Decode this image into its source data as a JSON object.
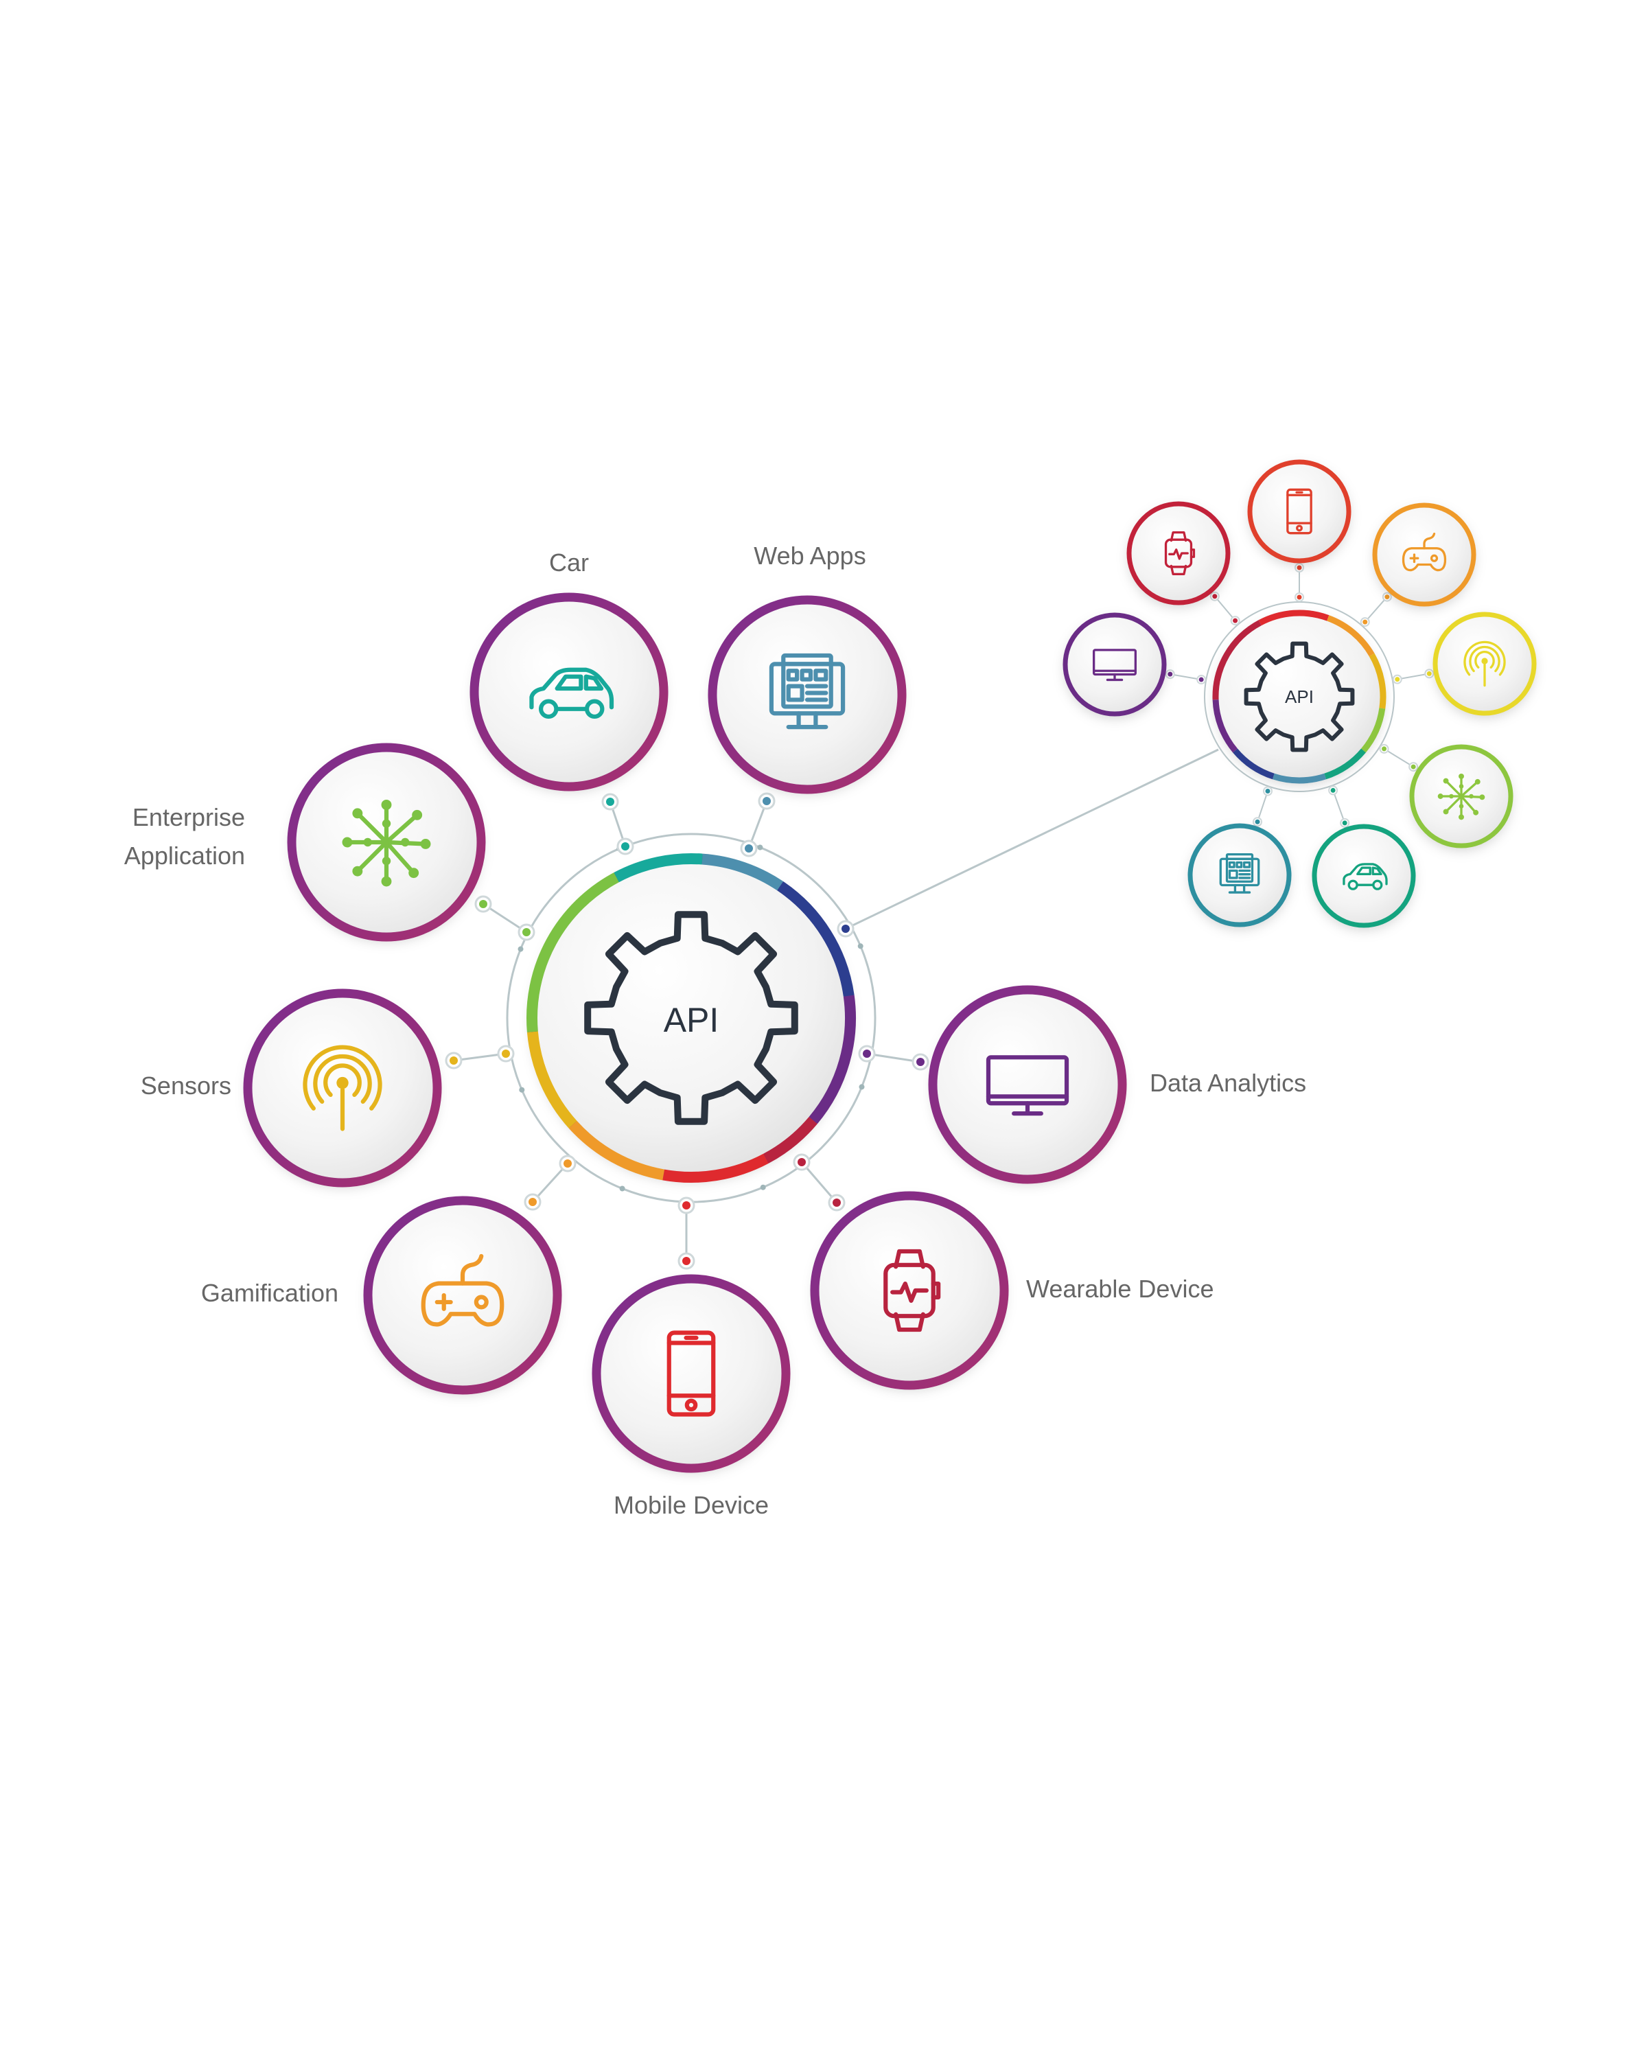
{
  "hub": {
    "label": "API"
  },
  "mini_hub": {
    "label": "API"
  },
  "colors": {
    "purple_ring": "#7b2d8e",
    "ring_end": "#a8306f",
    "label": "#666666",
    "icon_stroke": "#2b3440",
    "connector": "#b9c6c9"
  },
  "spokes": [
    {
      "id": "car",
      "label": "Car",
      "icon": "car-icon",
      "color": "#17a99b"
    },
    {
      "id": "web-apps",
      "label": "Web Apps",
      "icon": "web-app-icon",
      "color": "#4d8fae"
    },
    {
      "id": "enterprise-application",
      "label": "Enterprise\nApplication",
      "icon": "network-icon",
      "color": "#7cc243"
    },
    {
      "id": "sensors",
      "label": "Sensors",
      "icon": "antenna-icon",
      "color": "#e5b41c"
    },
    {
      "id": "gamification",
      "label": "Gamification",
      "icon": "gamepad-icon",
      "color": "#ef9a2a"
    },
    {
      "id": "mobile-device",
      "label": "Mobile Device",
      "icon": "mobile-phone-icon",
      "color": "#df2a2e"
    },
    {
      "id": "wearable-device",
      "label": "Wearable Device",
      "icon": "smartwatch-icon",
      "color": "#b8233f"
    },
    {
      "id": "data-analytics",
      "label": "Data Analytics",
      "icon": "monitor-icon",
      "color": "#6a2c86"
    }
  ],
  "mini_spokes": [
    {
      "icon": "smartwatch-icon",
      "color": "#c2223a"
    },
    {
      "icon": "mobile-phone-icon",
      "color": "#e0402c"
    },
    {
      "icon": "gamepad-icon",
      "color": "#ef9a2a"
    },
    {
      "icon": "antenna-icon",
      "color": "#e8d82a"
    },
    {
      "icon": "network-icon",
      "color": "#8dc63f"
    },
    {
      "icon": "car-icon",
      "color": "#14a37f"
    },
    {
      "icon": "web-app-icon",
      "color": "#2d8fa0"
    },
    {
      "icon": "monitor-icon",
      "color": "#6a2c86"
    }
  ],
  "hub_arc_colors": [
    "#17a99b",
    "#4d8fae",
    "#2c3e8f",
    "#6a2c86",
    "#b8233f",
    "#df2a2e",
    "#ef9a2a",
    "#e5b41c",
    "#7cc243"
  ],
  "mini_arc_colors": [
    "#df2a2e",
    "#ef9a2a",
    "#e5b41c",
    "#8dc63f",
    "#14a37f",
    "#4d8fae",
    "#2c3e8f",
    "#6a2c86",
    "#b8233f"
  ]
}
